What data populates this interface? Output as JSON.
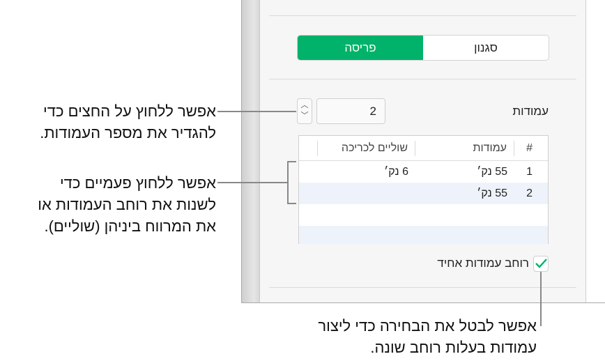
{
  "panel": {
    "segmented": {
      "tabs": [
        {
          "label": "סגנון",
          "selected": false
        },
        {
          "label": "פריסה",
          "selected": true
        }
      ],
      "accent": "#00b26a"
    },
    "columns": {
      "label": "עמודות",
      "value": "2",
      "stepper_icons": [
        "chevron-up-icon",
        "chevron-down-icon"
      ]
    },
    "table": {
      "headers": [
        "#",
        "עמודות",
        "שוליים לכריכה"
      ],
      "rows": [
        [
          "1",
          "55 נק׳",
          "6 נק׳"
        ],
        [
          "2",
          "55 נק׳",
          ""
        ]
      ]
    },
    "uniform_width": {
      "label": "רוחב עמודות אחיד",
      "checked": true
    }
  },
  "callouts": {
    "stepper": [
      "אפשר ללחוץ על החצים כדי",
      "להגדיר את מספר העמודות."
    ],
    "table": [
      "אפשר ללחוץ פעמיים כדי",
      "לשנות את רוחב העמודות או",
      "את המרווח ביניהן (שוליים)."
    ],
    "checkbox": [
      "אפשר לבטל את הבחירה כדי ליצור",
      "עמודות בעלות רוחב שונה."
    ]
  }
}
